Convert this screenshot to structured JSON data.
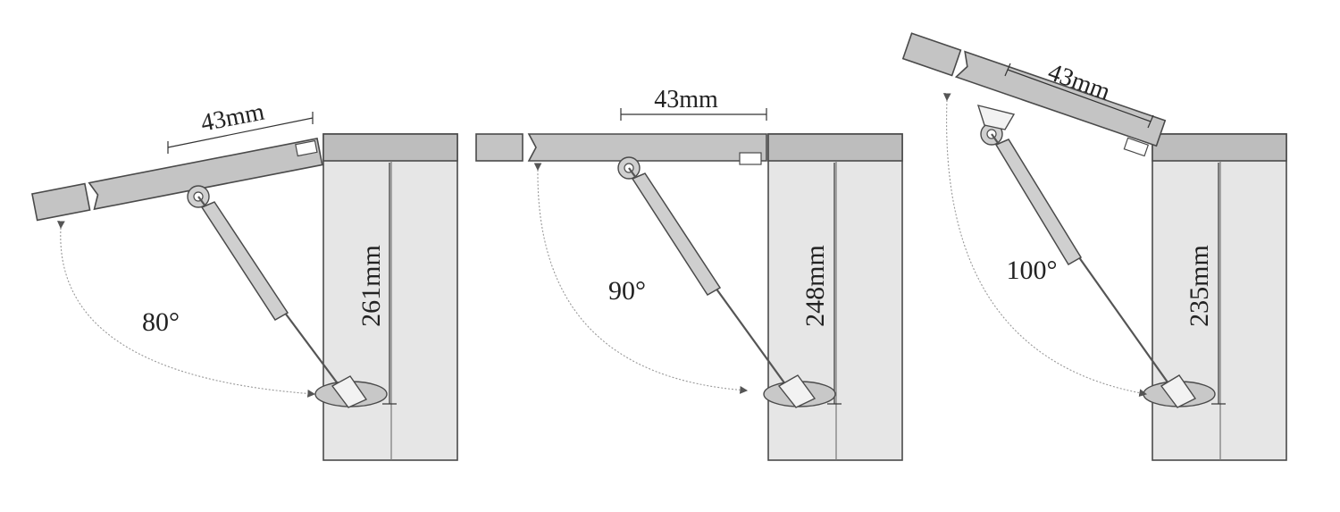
{
  "panels": [
    {
      "angle_label": "80°",
      "width_label": "43mm",
      "height_label": "261mm"
    },
    {
      "angle_label": "90°",
      "width_label": "43mm",
      "height_label": "248mm"
    },
    {
      "angle_label": "100°",
      "width_label": "43mm",
      "height_label": "235mm"
    }
  ]
}
